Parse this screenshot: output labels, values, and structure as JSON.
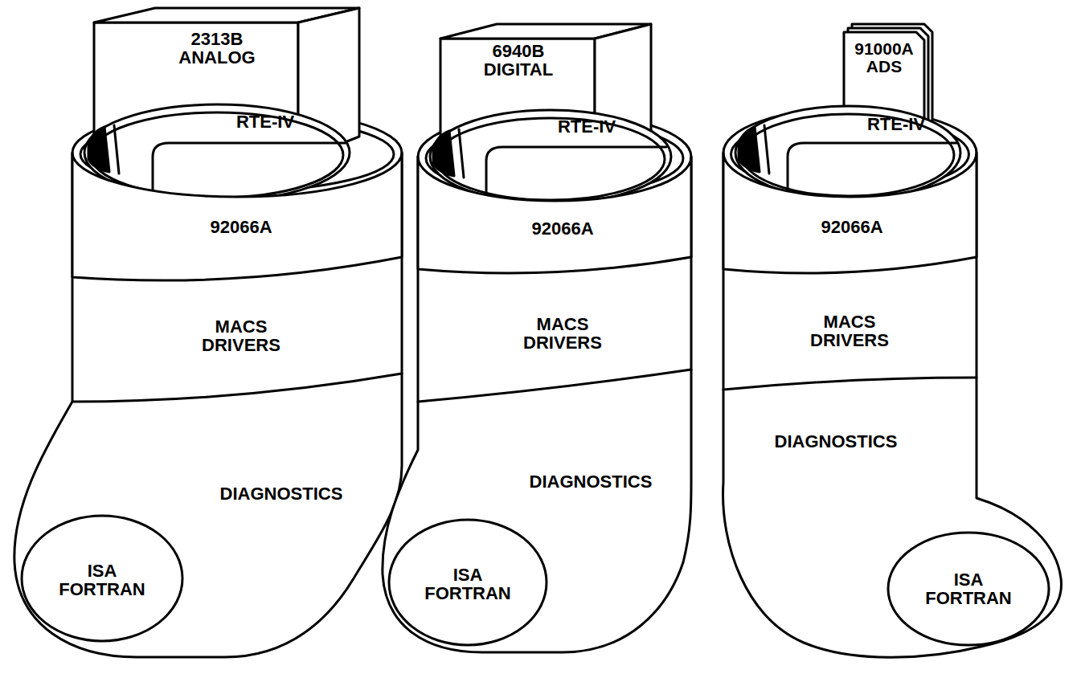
{
  "diagram": {
    "nodes": [
      {
        "text": [
          "2313B ANALOG"
        ]
      },
      {
        "text": [
          "RTE-IV"
        ]
      },
      {
        "text": [
          "92066A"
        ]
      },
      {
        "text": [
          "MACS DRIVERS"
        ]
      },
      {
        "text": [
          "DIAGNOSTICS"
        ]
      },
      {
        "text": [
          "ISA FORTRAN"
        ],
        "in": 4
      },
      {
        "text": [
          "6940B DIGITAL"
        ]
      },
      {
        "text": [
          "RTE-IV"
        ]
      },
      {
        "text": [
          "92066A"
        ]
      },
      {
        "text": [
          "MACS DRIVERS"
        ]
      },
      {
        "text": [
          "DIAGNOSTICS"
        ]
      },
      {
        "text": [
          "ISA FORTRAN"
        ],
        "in": 10
      },
      {
        "text": [
          "91000A ADS"
        ]
      },
      {
        "text": [
          "RTE-IV"
        ]
      },
      {
        "text": [
          "92066A"
        ]
      },
      {
        "text": [
          "MACS DRIVERS"
        ]
      },
      {
        "text": [
          "DIAGNOSTICS"
        ]
      },
      {
        "text": [
          "ISA FORTRAN"
        ],
        "in": 16
      }
    ]
  }
}
